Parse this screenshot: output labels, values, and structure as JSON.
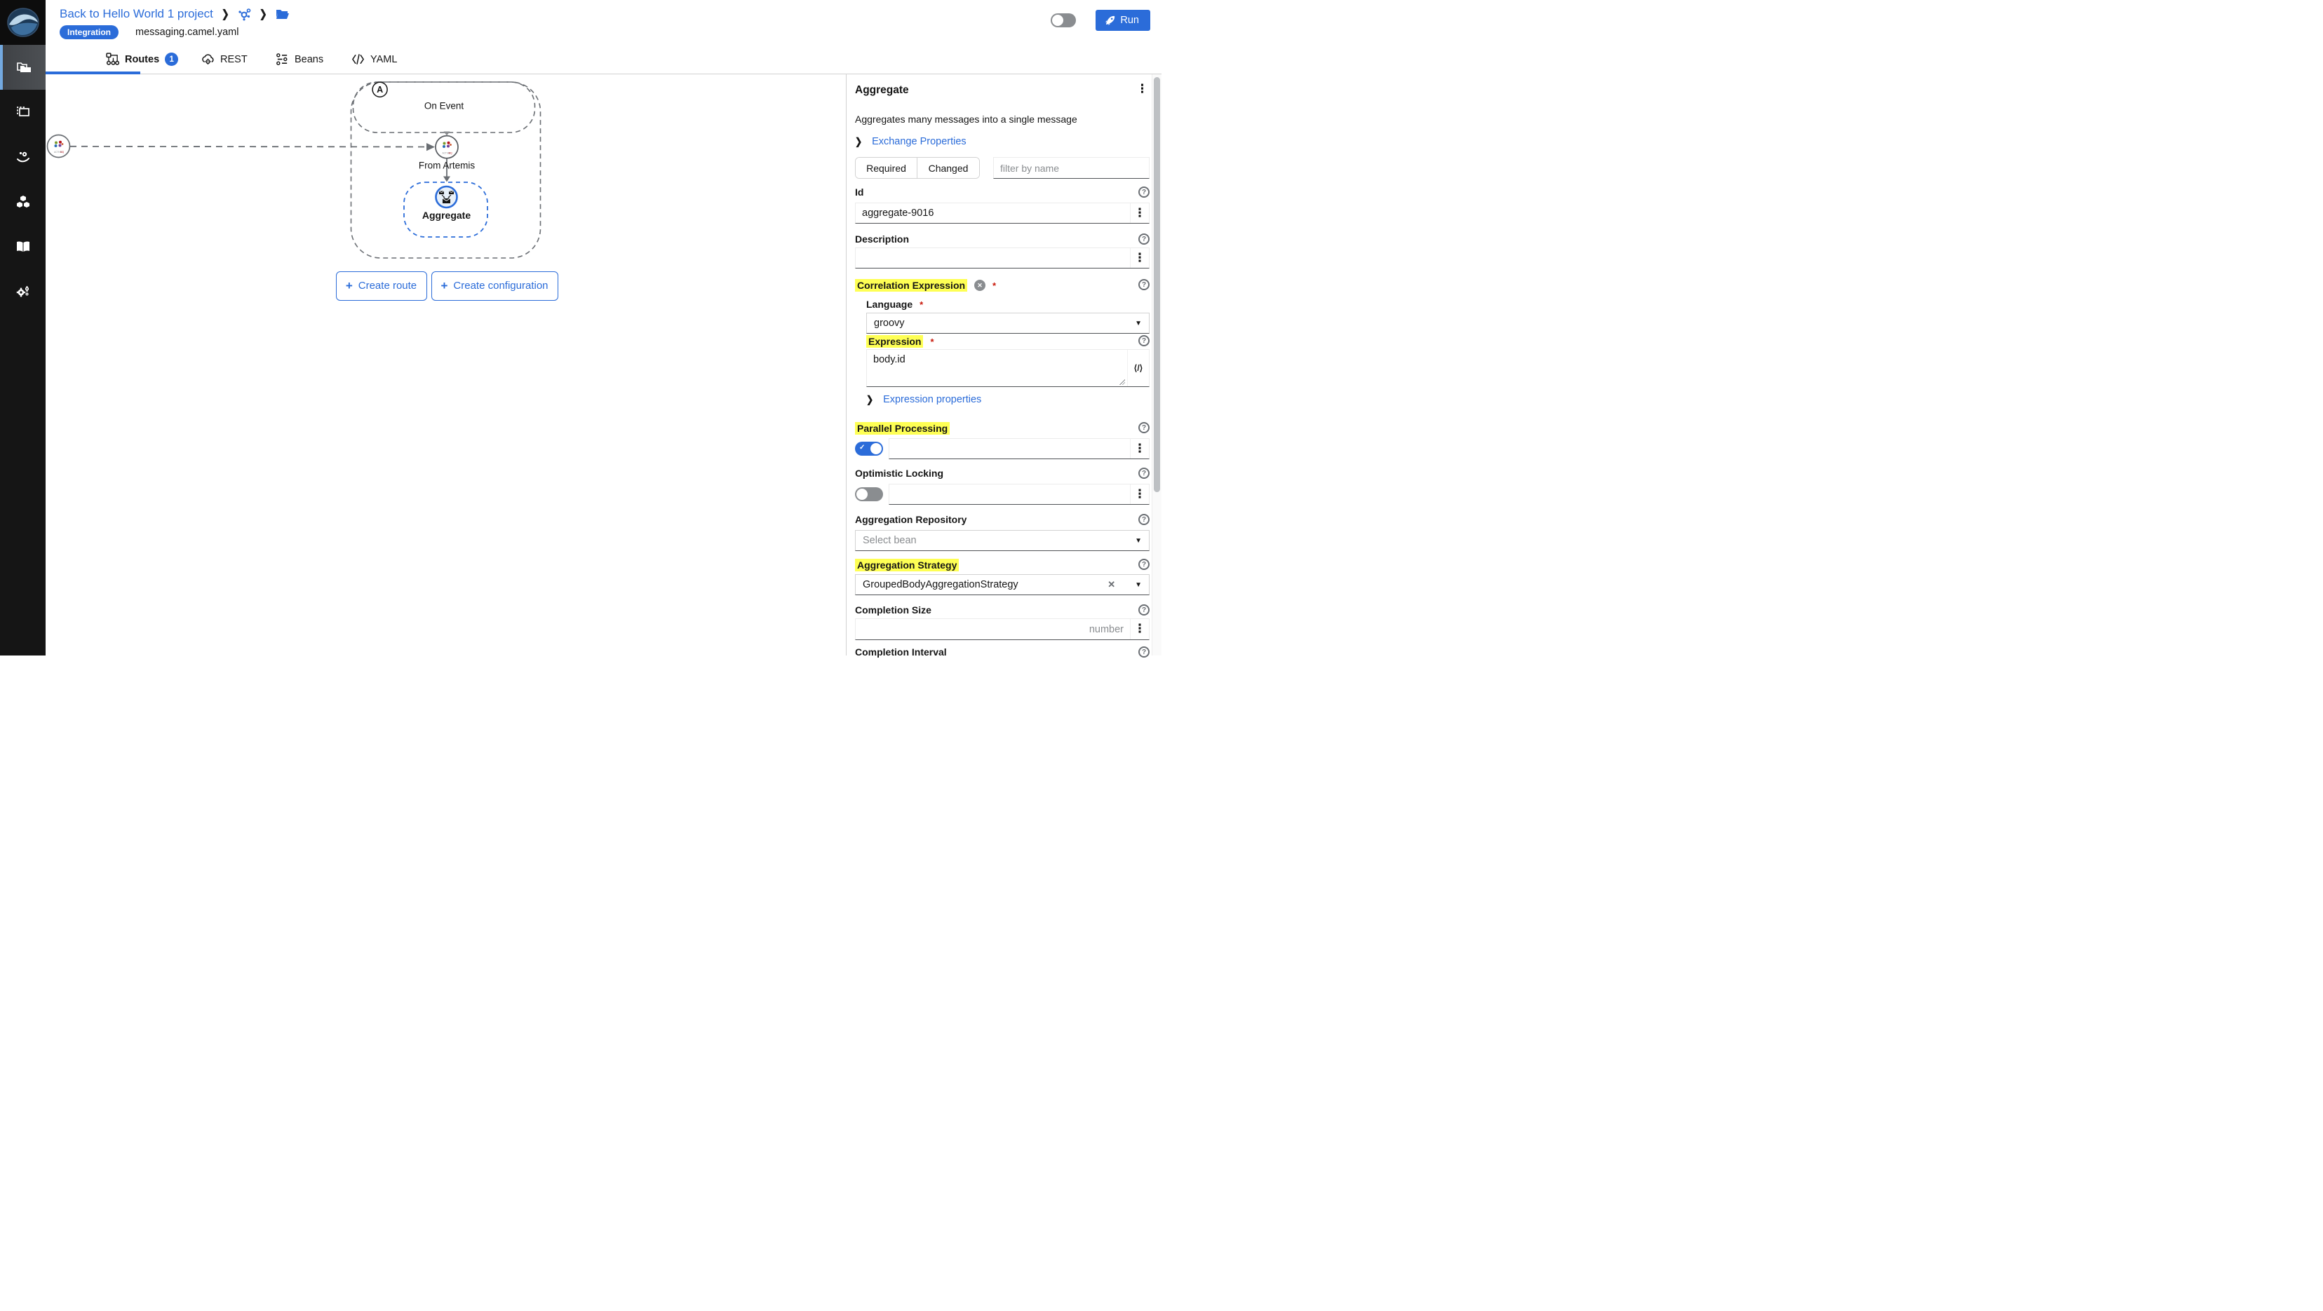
{
  "colors": {
    "accent": "#2b6cd9",
    "highlight": "#feff54",
    "sidebar_bg": "#151515"
  },
  "header": {
    "back_link": "Back to Hello World 1 project",
    "type_badge": "Integration",
    "file_name": "messaging.camel.yaml",
    "run_label": "Run"
  },
  "sidebar": {
    "items": [
      "projects",
      "templates",
      "services",
      "components",
      "knowledgebase",
      "settings"
    ]
  },
  "tabs": [
    {
      "label": "Routes",
      "badge": "1"
    },
    {
      "label": "REST"
    },
    {
      "label": "Beans"
    },
    {
      "label": "YAML"
    }
  ],
  "canvas": {
    "group_badge": "A",
    "on_event_label": "On Event",
    "from_label": "From Artemis",
    "node_label": "Aggregate",
    "activemq_text": "ACTIVE MQ",
    "create_route": "Create route",
    "create_configuration": "Create configuration",
    "plus": "+"
  },
  "panel": {
    "title": "Aggregate",
    "description": "Aggregates many messages into a single message",
    "exchange_properties": "Exchange Properties",
    "expression_properties": "Expression properties",
    "filters": {
      "required": "Required",
      "changed": "Changed",
      "placeholder": "filter by name"
    },
    "fields": {
      "id": {
        "label": "Id",
        "value": "aggregate-9016"
      },
      "description": {
        "label": "Description",
        "value": ""
      },
      "correlation": {
        "label": "Correlation Expression"
      },
      "language": {
        "label": "Language",
        "value": "groovy"
      },
      "expression": {
        "label": "Expression",
        "value": "body.id"
      },
      "parallel": {
        "label": "Parallel Processing",
        "state": "on"
      },
      "optimistic": {
        "label": "Optimistic Locking",
        "state": "off"
      },
      "repository": {
        "label": "Aggregation Repository",
        "placeholder": "Select bean"
      },
      "strategy": {
        "label": "Aggregation Strategy",
        "value": "GroupedBodyAggregationStrategy"
      },
      "completion_size": {
        "label": "Completion Size",
        "placeholder": "number"
      },
      "completion_interval": {
        "label": "Completion Interval"
      }
    }
  }
}
